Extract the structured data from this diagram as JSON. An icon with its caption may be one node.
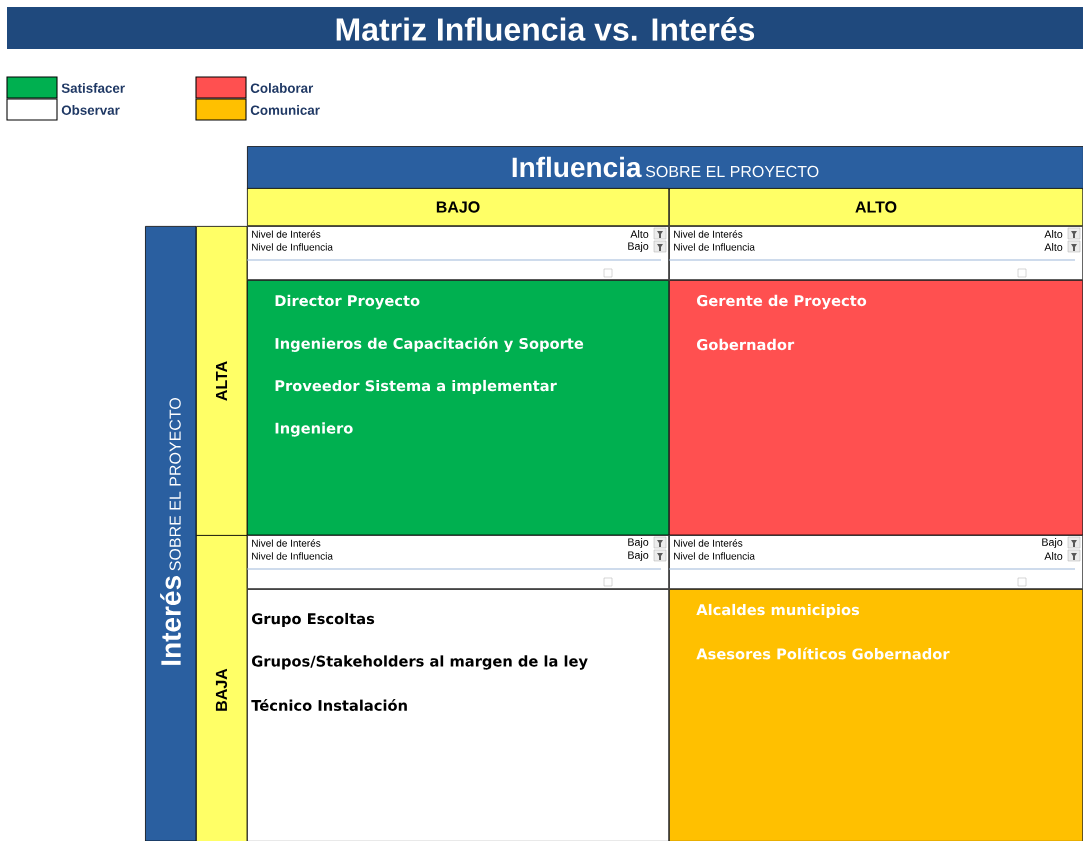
{
  "diagram": {
    "title": "Matriz Influencia vs. Interés",
    "nodes": [
      {
        "text": [
          "Influencia",
          "SOBRE EL PROYECTO"
        ]
      },
      {
        "text": [
          "BAJO"
        ]
      },
      {
        "text": [
          "ALTO"
        ]
      },
      {
        "text": [
          "Interés",
          "SOBRE EL PROYECTO"
        ]
      },
      {
        "text": [
          "ALTA"
        ]
      },
      {
        "text": [
          "BAJA"
        ]
      },
      {
        "text": [
          "Nivel de Interés",
          "Alto",
          "Nivel de Influencia",
          "Bajo"
        ]
      },
      {
        "text": [
          "Director Proyecto",
          "Ingenieros de Capacitación y Soporte",
          "Proveedor Sistema a implementar",
          "Ingeniero"
        ]
      },
      {
        "text": [
          "Nivel de Interés",
          "Alto",
          "Nivel de Influencia",
          "Alto"
        ]
      },
      {
        "text": [
          "Gerente de Proyecto",
          "Gobernador"
        ]
      },
      {
        "text": [
          "Nivel de Interés",
          "Bajo",
          "Nivel de Influencia",
          "Bajo"
        ]
      },
      {
        "text": [
          "Grupo Escoltas",
          "Grupos/Stakeholders al margen de la ley",
          "Técnico Instalación"
        ]
      },
      {
        "text": [
          "Nivel de Interés",
          "Bajo",
          "Nivel de Influencia",
          "Alto"
        ]
      },
      {
        "text": [
          "Alcaldes municipios",
          "Asesores Políticos Gobernador"
        ]
      }
    ],
    "legend": [
      {
        "text": "Satisfacer",
        "color": "#00b050"
      },
      {
        "text": "Observar"
      },
      {
        "text": "Colaborar",
        "color": "#ff5050"
      },
      {
        "text": "Comunicar",
        "color": "#ffc000"
      }
    ]
  }
}
